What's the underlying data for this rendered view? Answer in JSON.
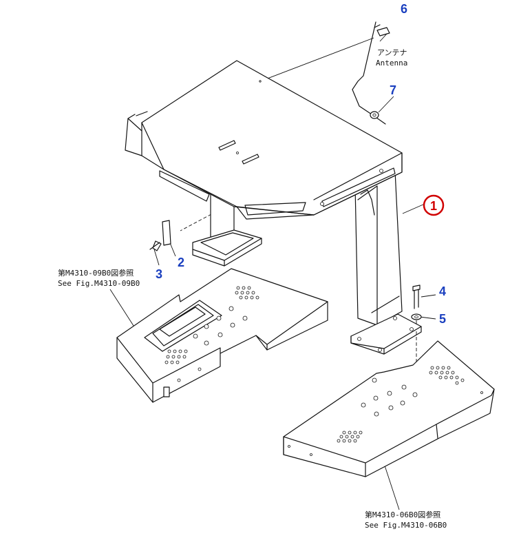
{
  "diagram": {
    "callouts": [
      {
        "id": "c1",
        "label": "1",
        "color": "#d00000",
        "circled": true
      },
      {
        "id": "c2",
        "label": "2",
        "color": "#1a3fbf"
      },
      {
        "id": "c3",
        "label": "3",
        "color": "#1a3fbf"
      },
      {
        "id": "c4",
        "label": "4",
        "color": "#1a3fbf"
      },
      {
        "id": "c5",
        "label": "5",
        "color": "#1a3fbf"
      },
      {
        "id": "c6",
        "label": "6",
        "color": "#1a3fbf"
      },
      {
        "id": "c7",
        "label": "7",
        "color": "#1a3fbf"
      }
    ],
    "antenna_label_jp": "アンテナ",
    "antenna_label_en": "Antenna",
    "ref_left_jp": "第M4310-09B0図参照",
    "ref_left_en": "See Fig.M4310-09B0",
    "ref_right_jp": "第M4310-06B0図参照",
    "ref_right_en": "See Fig.M4310-06B0"
  }
}
